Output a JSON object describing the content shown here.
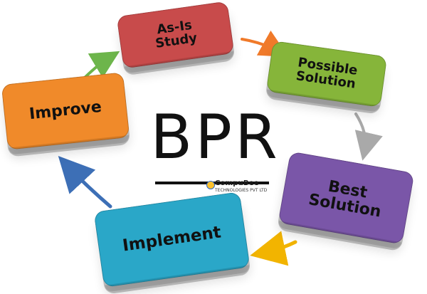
{
  "diagram": {
    "steps": {
      "as_is": {
        "line1": "As-Is",
        "line2": "Study"
      },
      "possible": {
        "line1": "Possible",
        "line2": "Solution"
      },
      "best": {
        "line1": "Best",
        "line2": "Solution"
      },
      "implement": {
        "line1": "Implement"
      },
      "improve": {
        "line1": "Improve"
      }
    },
    "center": {
      "title": "BPR",
      "brand_name": "CompuBee",
      "brand_tagline": "TECHNOLOGIES PVT LTD"
    },
    "colors": {
      "as_is": "#c84b4b",
      "possible": "#86b53a",
      "best": "#7a56a8",
      "implement": "#2aa7c8",
      "improve": "#f08a2a",
      "arrow_orange": "#f07a2a",
      "arrow_gray": "#a9a9a9",
      "arrow_yellow": "#f2b400",
      "arrow_blue": "#3d6fb6",
      "arrow_green": "#6db54b"
    }
  }
}
